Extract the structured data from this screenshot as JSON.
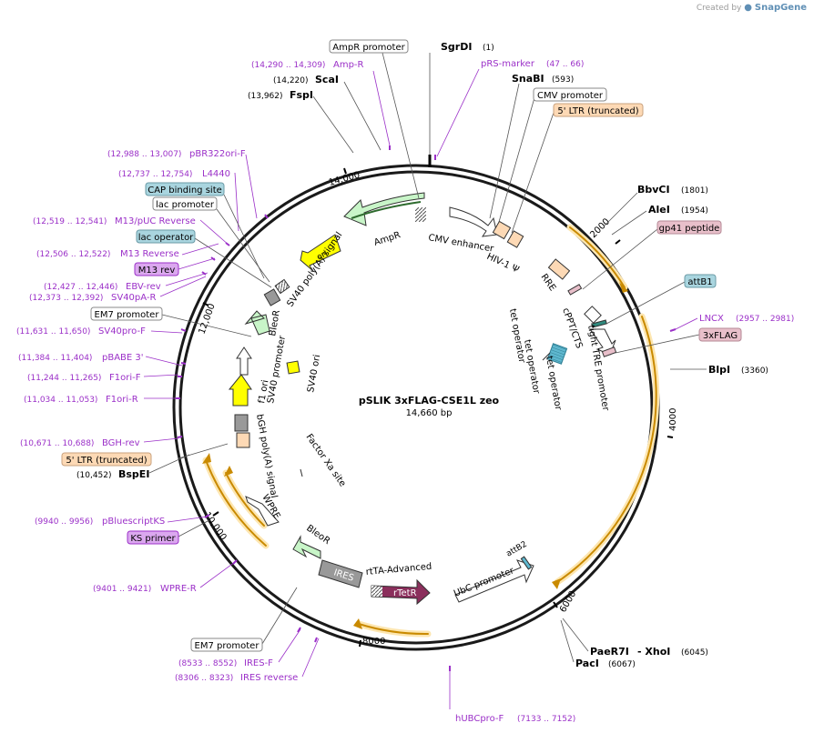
{
  "credit": {
    "prefix": "Created by",
    "brand": "SnapGene"
  },
  "plasmid": {
    "name": "pSLIK 3xFLAG-CSE1L zeo",
    "length": "14,660 bp"
  },
  "ticks": [
    "2000",
    "4000",
    "6000",
    "8000",
    "10,000",
    "12,000",
    "14,000"
  ],
  "labels": [
    {
      "text": "AmpR promoter",
      "kind": "box",
      "color": "white"
    },
    {
      "text": "SgrDI",
      "kind": "enzyme"
    },
    {
      "text": "(1)",
      "kind": "coord"
    },
    {
      "text": "(14,290 .. 14,309)",
      "kind": "pcoord"
    },
    {
      "text": "Amp-R",
      "kind": "primer"
    },
    {
      "text": "pRS-marker",
      "kind": "primer"
    },
    {
      "text": "(47 .. 66)",
      "kind": "pcoord"
    },
    {
      "text": "(14,220)",
      "kind": "coord"
    },
    {
      "text": "ScaI",
      "kind": "enzyme"
    },
    {
      "text": "SnaBI",
      "kind": "enzyme"
    },
    {
      "text": "(593)",
      "kind": "coord"
    },
    {
      "text": "(13,962)",
      "kind": "coord"
    },
    {
      "text": "FspI",
      "kind": "enzyme"
    },
    {
      "text": "CMV promoter",
      "kind": "box",
      "color": "white"
    },
    {
      "text": "5' LTR (truncated)",
      "kind": "box",
      "color": "peach"
    },
    {
      "text": "(12,988 .. 13,007)",
      "kind": "pcoord"
    },
    {
      "text": "pBR322ori-F",
      "kind": "primer"
    },
    {
      "text": "(12,737 .. 12,754)",
      "kind": "pcoord"
    },
    {
      "text": "L4440",
      "kind": "primer"
    },
    {
      "text": "CAP binding site",
      "kind": "box",
      "color": "teal"
    },
    {
      "text": "lac promoter",
      "kind": "box",
      "color": "white"
    },
    {
      "text": "(12,519 .. 12,541)",
      "kind": "pcoord"
    },
    {
      "text": "M13/pUC Reverse",
      "kind": "primer"
    },
    {
      "text": "lac operator",
      "kind": "box",
      "color": "teal"
    },
    {
      "text": "(12,506 .. 12,522)",
      "kind": "pcoord"
    },
    {
      "text": "M13 Reverse",
      "kind": "primer"
    },
    {
      "text": "M13 rev",
      "kind": "box",
      "color": "violet"
    },
    {
      "text": "(12,427 .. 12,446)",
      "kind": "pcoord"
    },
    {
      "text": "EBV-rev",
      "kind": "primer"
    },
    {
      "text": "(12,373 .. 12,392)",
      "kind": "pcoord"
    },
    {
      "text": "SV40pA-R",
      "kind": "primer"
    },
    {
      "text": "EM7 promoter",
      "kind": "box",
      "color": "white"
    },
    {
      "text": "(11,631 .. 11,650)",
      "kind": "pcoord"
    },
    {
      "text": "SV40pro-F",
      "kind": "primer"
    },
    {
      "text": "(11,384 .. 11,404)",
      "kind": "pcoord"
    },
    {
      "text": "pBABE 3'",
      "kind": "primer"
    },
    {
      "text": "(11,244 .. 11,265)",
      "kind": "pcoord"
    },
    {
      "text": "F1ori-F",
      "kind": "primer"
    },
    {
      "text": "(11,034 .. 11,053)",
      "kind": "pcoord"
    },
    {
      "text": "F1ori-R",
      "kind": "primer"
    },
    {
      "text": "(10,671 .. 10,688)",
      "kind": "pcoord"
    },
    {
      "text": "BGH-rev",
      "kind": "primer"
    },
    {
      "text": "5' LTR (truncated)",
      "kind": "box",
      "color": "peach"
    },
    {
      "text": "(10,452)",
      "kind": "coord"
    },
    {
      "text": "BspEI",
      "kind": "enzyme"
    },
    {
      "text": "(9940 .. 9956)",
      "kind": "pcoord"
    },
    {
      "text": "pBluescriptKS",
      "kind": "primer"
    },
    {
      "text": "KS primer",
      "kind": "box",
      "color": "violet"
    },
    {
      "text": "(9401 .. 9421)",
      "kind": "pcoord"
    },
    {
      "text": "WPRE-R",
      "kind": "primer"
    },
    {
      "text": "EM7 promoter",
      "kind": "box",
      "color": "white"
    },
    {
      "text": "(8533 .. 8552)",
      "kind": "pcoord"
    },
    {
      "text": "IRES-F",
      "kind": "primer"
    },
    {
      "text": "(8306 .. 8323)",
      "kind": "pcoord"
    },
    {
      "text": "IRES reverse",
      "kind": "primer"
    },
    {
      "text": "hUBCpro-F",
      "kind": "primer"
    },
    {
      "text": "(7133 .. 7152)",
      "kind": "pcoord"
    },
    {
      "text": "PaeR7I",
      "kind": "enzyme"
    },
    {
      "text": "- XhoI",
      "kind": "enzyme"
    },
    {
      "text": "(6045)",
      "kind": "coord"
    },
    {
      "text": "PacI",
      "kind": "enzyme"
    },
    {
      "text": "(6067)",
      "kind": "coord"
    },
    {
      "text": "BbvCI",
      "kind": "enzyme"
    },
    {
      "text": "(1801)",
      "kind": "coord"
    },
    {
      "text": "AleI",
      "kind": "enzyme"
    },
    {
      "text": "(1954)",
      "kind": "coord"
    },
    {
      "text": "gp41 peptide",
      "kind": "box",
      "color": "pink"
    },
    {
      "text": "attB1",
      "kind": "box",
      "color": "teal"
    },
    {
      "text": "LNCX",
      "kind": "primer"
    },
    {
      "text": "(2957 .. 2981)",
      "kind": "pcoord"
    },
    {
      "text": "3xFLAG",
      "kind": "box",
      "color": "pink"
    },
    {
      "text": "BlpI",
      "kind": "enzyme"
    },
    {
      "text": "(3360)",
      "kind": "coord"
    }
  ],
  "features": [
    {
      "text": "AmpR",
      "kind": "inner"
    },
    {
      "text": "ori",
      "kind": "inner"
    },
    {
      "text": "SV40 poly(A) signal",
      "kind": "inner"
    },
    {
      "text": "BleoR",
      "kind": "inner"
    },
    {
      "text": "SV40 promoter",
      "kind": "inner"
    },
    {
      "text": "f1 ori",
      "kind": "inner"
    },
    {
      "text": "SV40 ori",
      "kind": "inner"
    },
    {
      "text": "bGH poly(A) signal",
      "kind": "inner"
    },
    {
      "text": "Factor Xa site",
      "kind": "inner"
    },
    {
      "text": "WPRE",
      "kind": "inner"
    },
    {
      "text": "BleoR",
      "kind": "inner"
    },
    {
      "text": "IRES",
      "kind": "inner"
    },
    {
      "text": "rTetR",
      "kind": "inner"
    },
    {
      "text": "rtTA-Advanced",
      "kind": "inner"
    },
    {
      "text": "UbC promoter",
      "kind": "inner"
    },
    {
      "text": "attB2",
      "kind": "inner"
    },
    {
      "text": "CMV enhancer",
      "kind": "inner"
    },
    {
      "text": "HIV-1 Ψ",
      "kind": "inner"
    },
    {
      "text": "RRE",
      "kind": "inner"
    },
    {
      "text": "cPPT/CTS",
      "kind": "inner"
    },
    {
      "text": "tight TRE promoter",
      "kind": "inner"
    },
    {
      "text": "tet operator",
      "kind": "inner"
    },
    {
      "text": "tet operator",
      "kind": "inner"
    },
    {
      "text": "tet operator",
      "kind": "inner"
    }
  ],
  "colors": {
    "backbone": "#1a1a1a",
    "primer": "#9b30c8",
    "orf_green": "#c8f5c8",
    "ori_yellow": "#ffff00",
    "promoter_white": "#ffffff",
    "terminator_gray": "#999999",
    "ltr_peach": "#fdd9b5",
    "orange_arc": "#e8a200",
    "rtetr": "#8b2f5c",
    "teal_box": "#a9d5df",
    "violet_box": "#dba8ef",
    "pink_box": "#e8bfca"
  }
}
